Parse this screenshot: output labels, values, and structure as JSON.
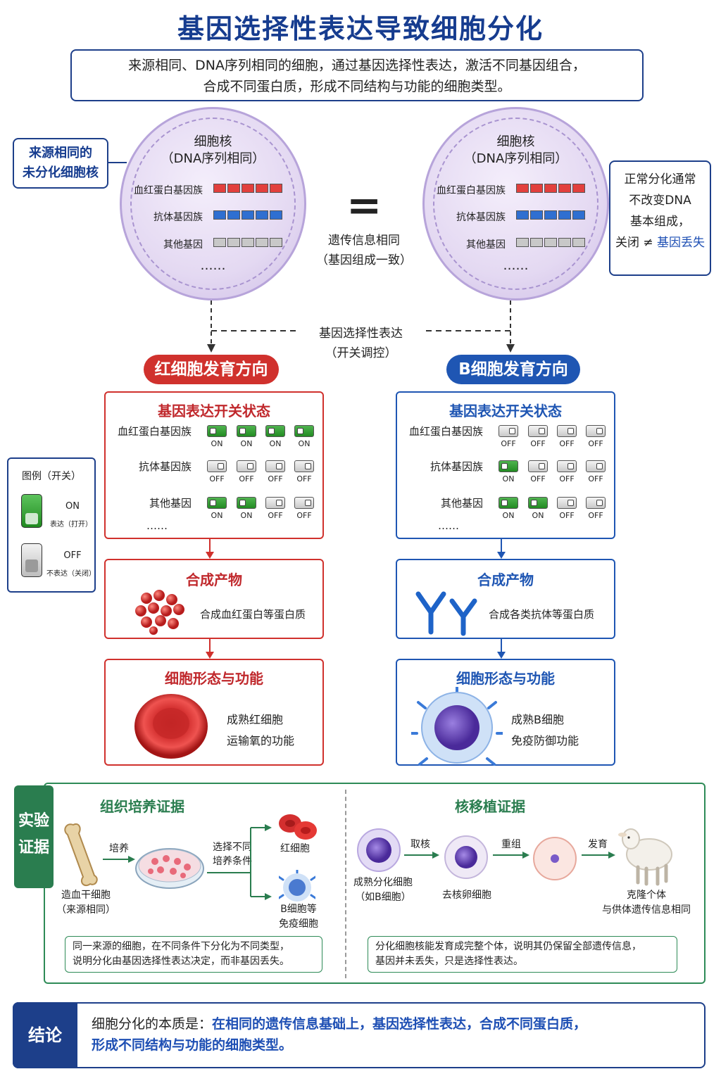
{
  "title": "基因选择性表达导致细胞分化",
  "summary": {
    "line1": "来源相同、DNA序列相同的细胞，通过基因选择性表达，激活不同基因组合，",
    "line2": "合成不同蛋白质，形成不同结构与功能的细胞类型。"
  },
  "left_callout": {
    "line1": "来源相同的",
    "line2": "未分化细胞核"
  },
  "nucleus": {
    "title": "细胞核",
    "subtitle": "（DNA序列相同）",
    "genes": [
      "血红蛋白基因族",
      "抗体基因族",
      "其他基因"
    ],
    "ellipsis": "……"
  },
  "equal": {
    "symbol": "=",
    "line1": "遗传信息相同",
    "line2": "（基因组成一致）"
  },
  "right_callout": {
    "line1": "正常分化通常",
    "line2": "不改变DNA",
    "line3": "基本组成，",
    "line4a": "关闭 ≠ ",
    "line4b": "基因丢失"
  },
  "regulation": {
    "line1": "基因选择性表达",
    "line2": "（开关调控）"
  },
  "red_path": {
    "label": "红细胞发育方向",
    "switch_title": "基因表达开关状态",
    "rows": [
      {
        "name": "血红蛋白基因族",
        "states": [
          "ON",
          "ON",
          "ON",
          "ON"
        ]
      },
      {
        "name": "抗体基因族",
        "states": [
          "OFF",
          "OFF",
          "OFF",
          "OFF"
        ]
      },
      {
        "name": "其他基因",
        "states": [
          "ON",
          "ON",
          "OFF",
          "OFF"
        ]
      }
    ],
    "ellipsis": "……",
    "product_title": "合成产物",
    "product_text": "合成血红蛋白等蛋白质",
    "form_title": "细胞形态与功能",
    "form_line1": "成熟红细胞",
    "form_line2": "运输氧的功能"
  },
  "b_path": {
    "label": "B细胞发育方向",
    "switch_title": "基因表达开关状态",
    "rows": [
      {
        "name": "血红蛋白基因族",
        "states": [
          "OFF",
          "OFF",
          "OFF",
          "OFF"
        ]
      },
      {
        "name": "抗体基因族",
        "states": [
          "ON",
          "OFF",
          "OFF",
          "OFF"
        ]
      },
      {
        "name": "其他基因",
        "states": [
          "ON",
          "ON",
          "OFF",
          "OFF"
        ]
      }
    ],
    "ellipsis": "……",
    "product_title": "合成产物",
    "product_text": "合成各类抗体等蛋白质",
    "form_title": "细胞形态与功能",
    "form_line1": "成熟B细胞",
    "form_line2": "免疫防御功能"
  },
  "legend": {
    "title": "图例（开关）",
    "on": "ON",
    "on_desc": "表达（打开）",
    "off": "OFF",
    "off_desc": "不表达（关闭）"
  },
  "evidence": {
    "tab_line1": "实验",
    "tab_line2": "证据",
    "culture": {
      "title": "组织培养证据",
      "source_line1": "造血干细胞",
      "source_line2": "（来源相同）",
      "step1": "培养",
      "step2_line1": "选择不同",
      "step2_line2": "培养条件",
      "out1": "红细胞",
      "out2_line1": "B细胞等",
      "out2_line2": "免疫细胞",
      "note_line1": "同一来源的细胞，在不同条件下分化为不同类型，",
      "note_line2": "说明分化由基因选择性表达决定，而非基因丢失。"
    },
    "transfer": {
      "title": "核移植证据",
      "c1_line1": "成熟分化细胞",
      "c1_line2": "（如B细胞）",
      "a1": "取核",
      "c2": "去核卵细胞",
      "a2": "重组",
      "a3": "发育",
      "c4_line1": "克隆个体",
      "c4_line2": "与供体遗传信息相同",
      "note_line1": "分化细胞核能发育成完整个体，说明其仍保留全部遗传信息，",
      "note_line2": "基因并未丢失，只是选择性表达。"
    }
  },
  "conclusion": {
    "tag": "结论",
    "prefix": "细胞分化的本质是：",
    "hl1": "在相同的遗传信息基础上，基因选择性表达，合成不同蛋白质，",
    "hl2": "形成不同结构与功能的细胞类型。"
  }
}
